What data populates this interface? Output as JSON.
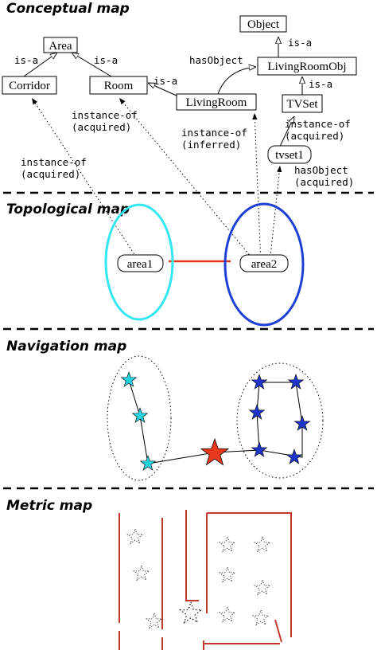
{
  "sections": {
    "conceptual": "Conceptual map",
    "topological": "Topological map",
    "navigation": "Navigation map",
    "metric": "Metric map"
  },
  "concepts": {
    "area": "Area",
    "corridor": "Corridor",
    "room": "Room",
    "livingroom": "LivingRoom",
    "object": "Object",
    "livingroomobj": "LivingRoomObj",
    "tvset": "TVSet",
    "tvset1": "tvset1"
  },
  "relations": {
    "isa": "is-a",
    "hasobject": "hasObject",
    "instance_of": "instance-of",
    "acquired": "(acquired)",
    "inferred": "(inferred)"
  },
  "topo": {
    "area1": "area1",
    "area2": "area2"
  },
  "colors": {
    "area1_outline": "#33e6f2",
    "area2_outline": "#1f3fd6",
    "connection": "#e03a1e",
    "area1_stars": "#22d3e0",
    "area2_stars": "#1f35c8",
    "doorway_star": "#e8371c",
    "metric_walls": "#c0392b"
  }
}
